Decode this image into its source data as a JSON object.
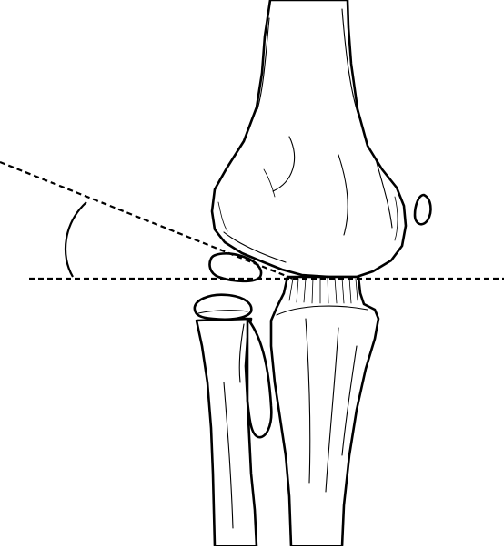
{
  "figure": {
    "subject": "elbow-joint-anterior-view",
    "angle_reference_lines": [
      "humeral-condylar-axis",
      "horizontal-joint-line"
    ],
    "line_color": "#000000",
    "background_color": "#ffffff"
  }
}
